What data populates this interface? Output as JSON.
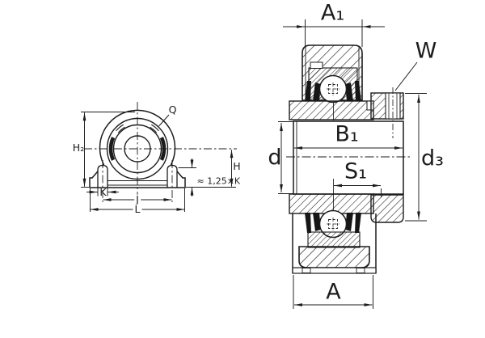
{
  "colors": {
    "background": "#ffffff",
    "line": "#1c1c1c"
  },
  "front_view": {
    "labels": {
      "h2": "H₂",
      "q": "Q",
      "h": "H",
      "k125": "≈ 1,25×K",
      "k": "K",
      "j": "J",
      "l": "L"
    }
  },
  "section_view": {
    "labels": {
      "a1": "A₁",
      "w": "W",
      "b1": "B₁",
      "d": "d",
      "s1": "S₁",
      "d3": "d₃",
      "a": "A"
    }
  }
}
